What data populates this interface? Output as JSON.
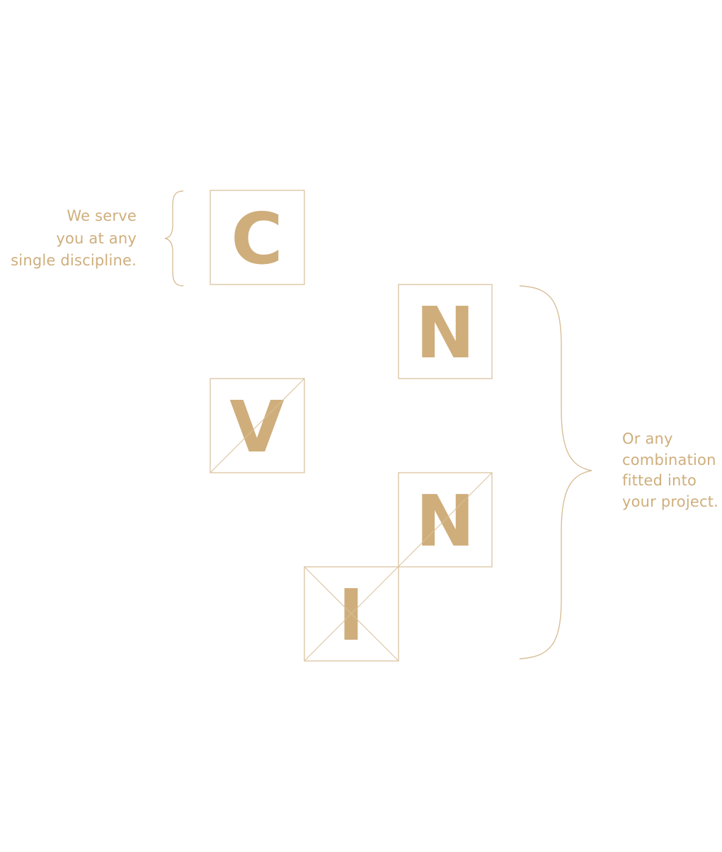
{
  "captions": {
    "single": [
      "We serve",
      "you at any",
      "single discipline."
    ],
    "combination": [
      "Or any",
      "combination",
      "fitted into",
      "your project."
    ]
  },
  "tiles": {
    "c": "C",
    "n_top": "N",
    "v": "V",
    "n_bottom": "N",
    "i": "I"
  },
  "colors": {
    "accent": "#cfae7c",
    "line": "#d8bf98",
    "background": "#ffffff"
  }
}
